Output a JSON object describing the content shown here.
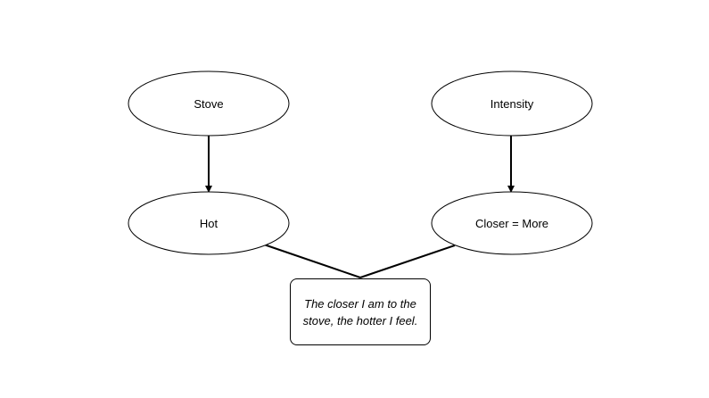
{
  "nodes": {
    "stove": "Stove",
    "intensity": "Intensity",
    "hot": "Hot",
    "closer_more": "Closer = More"
  },
  "conclusion": "The closer I am to the stove, the hotter I feel.",
  "colors": {
    "stroke": "#000000",
    "fill": "#ffffff"
  }
}
